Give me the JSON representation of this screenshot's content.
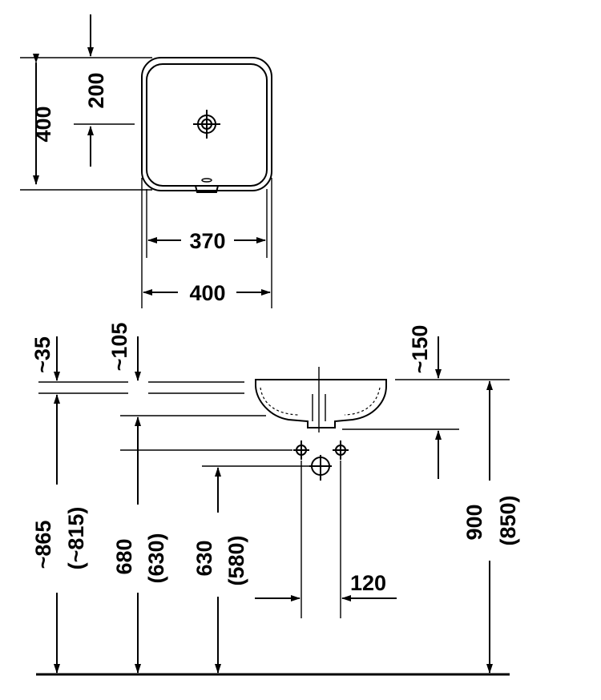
{
  "top_view": {
    "depth_total": "400",
    "drain_offset": "200",
    "inner_width": "370",
    "outer_width": "400"
  },
  "side_view": {
    "rim_gap_left": "~35",
    "bowl_gap": "~105",
    "trap_gap": "~150",
    "height_outlet": "~865",
    "height_outlet_alt": "(~815)",
    "height_supply": "680",
    "height_supply_alt": "(630)",
    "height_waste": "630",
    "height_waste_alt": "(580)",
    "pipe_spacing": "120",
    "height_rim": "900",
    "height_rim_alt": "(850)"
  },
  "colors": {
    "line": "#000000",
    "background": "#ffffff"
  }
}
